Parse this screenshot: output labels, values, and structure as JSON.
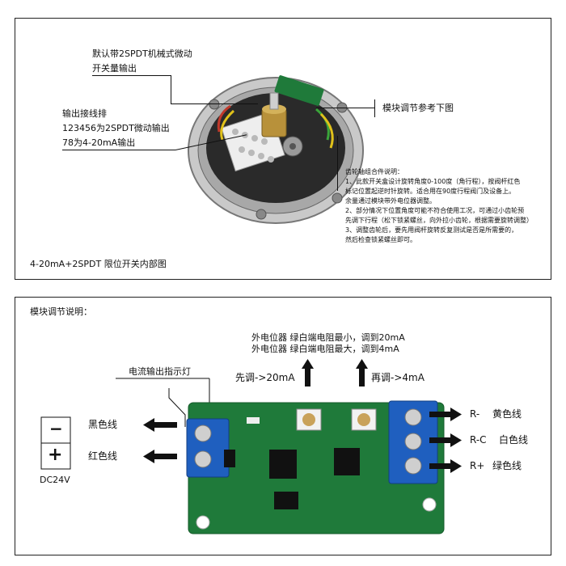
{
  "top": {
    "label_switch_line1": "默认带2SPDT机械式微动",
    "label_switch_line2": "开关量输出",
    "label_terminal_line1": "输出接线排",
    "label_terminal_line2": "123456为2SPDT微动输出",
    "label_terminal_line3": "78为4-20mA输出",
    "label_module_ref": "模块调节参考下图",
    "caption": "4-20mA+2SPDT 限位开关内部图",
    "gear_notes": [
      "齿轮轴组合件说明：",
      "1、此款开关盒设计旋转角度0-100度（角行程），按阀杆红色",
      "标记位置起逆时针旋转。适合用在90度行程阀门及设备上。",
      "余量通过模块带外电位器调整。",
      "2、部分情况下位置角度可能不符合使用工况，可通过小齿轮预",
      "先调下行程（松下锁紧螺丝，向外拉小齿轮，根据需要旋转调整）",
      "3、调整齿轮后，要先用阀杆旋转反复测试是否是所需要的，",
      "然后检查锁紧螺丝即可。"
    ]
  },
  "bottom": {
    "title": "模块调节说明：",
    "pot_line1": "外电位器 绿白端电阻最小，调到20mA",
    "pot_line2": "外电位器 绿白端电阻最大，调到4mA",
    "first_adjust": "先调->20mA",
    "then_adjust": "再调->4mA",
    "indicator_label": "电流输出指示灯",
    "minus_symbol": "−",
    "plus_symbol": "+",
    "power_label": "DC24V",
    "black_wire": "黑色线",
    "red_wire": "红色线",
    "out_rminus": "R-",
    "yellow_wire": "黄色线",
    "out_rc": "R-C",
    "white_wire": "白色线",
    "out_rplus": "R+",
    "green_wire": "绿色线"
  },
  "colors": {
    "pcb_green": "#1f7a3a",
    "terminal_blue": "#1f5fbf",
    "gold": "#b8913a"
  },
  "icons": [
    "arrow-left-icon",
    "arrow-right-icon",
    "arrow-up-icon"
  ]
}
